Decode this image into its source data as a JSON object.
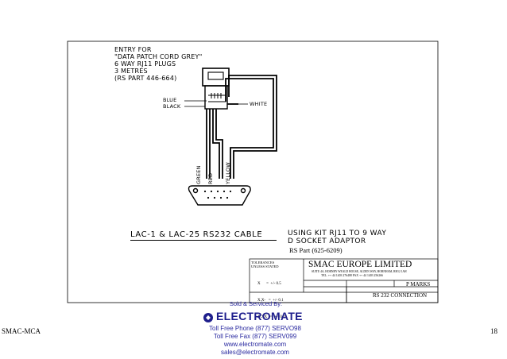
{
  "drawing": {
    "entry_lines": [
      "ENTRY FOR",
      "\"DATA PATCH CORD GREY\"",
      "6 WAY RJ11 PLUGS",
      "3 METRES",
      "(RS PART 446-664)"
    ],
    "wire_labels": {
      "blue": "BLUE",
      "black": "BLACK",
      "white": "WHITE",
      "green": "GREEN",
      "red": "RED",
      "yellow": "YELLOW"
    },
    "cable_title": "LAC-1 & LAC-25 RS232 CABLE",
    "kit_lines": [
      "USING KIT RJ11 TO 9 WAY",
      "D SOCKET ADAPTOR"
    ],
    "rs_part": "RS Part (625-6209)"
  },
  "title_block": {
    "tolerances_label": "TOLERANCES",
    "tolerances_sub": "UNLESS STATED",
    "tol_lines": [
      "X      =  +/- 0.5",
      "X.X-   =  +/- 0.1",
      "X.XX   =  +/- 0.05"
    ],
    "company": "SMAC EUROPE LIMITED",
    "address": "SUITE 4A, HORNBY WEALD HOUSE, ALDEN WAY, HORNHAM, RH12 1AH",
    "tel": "TEL. ++ 44 1403 276488    FAX ++ 44 1403 256266",
    "drawn_by": "P MARKS",
    "drawing_title": "RS 232  CONNECTION"
  },
  "footer": {
    "left": "SMAC-MCA",
    "page": "18",
    "sold_by": "Sold & Serviced By:",
    "brand": "ELECTROMATE",
    "phone": "Toll Free Phone  (877) SERVO98",
    "fax": "Toll Free Fax  (877) SERV099",
    "web": "www.electromate.com",
    "email": "sales@electromate.com"
  },
  "colors": {
    "line": "#000000",
    "brand": "#1e1e8c",
    "contact": "#2a2aa0"
  }
}
